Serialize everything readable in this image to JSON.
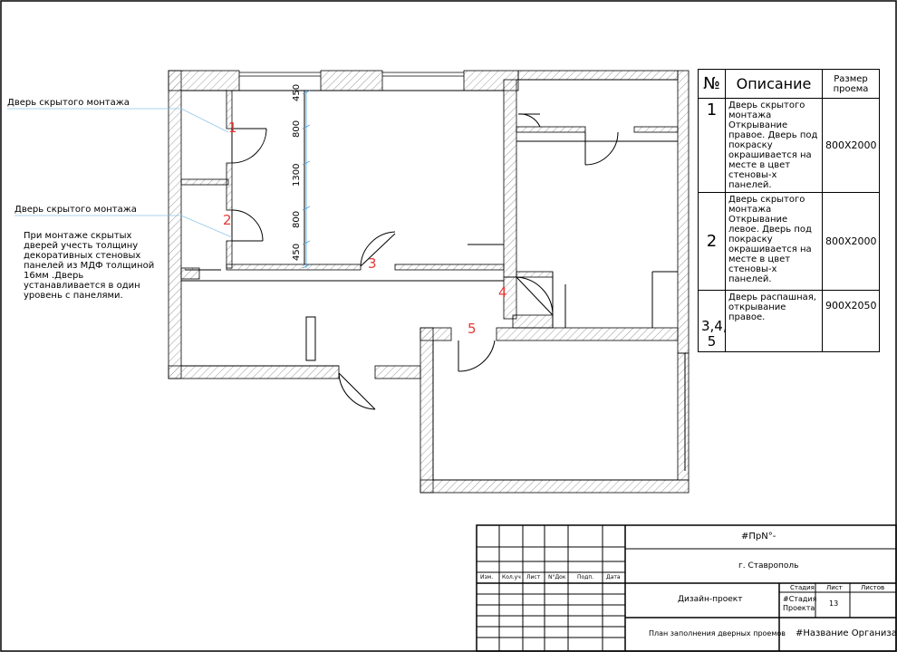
{
  "callouts": {
    "door1": "Дверь скрытого монтажа",
    "door2": "Дверь скрытого монтажа"
  },
  "note": "При монтаже скрытых дверей учесть толщину декоративных стеновых панелей из МДФ толщиной 16мм .Дверь устанавливается в один уровень с панелями.",
  "door_numbers": [
    "1",
    "2",
    "3",
    "4",
    "5"
  ],
  "dimensions": [
    "450",
    "800",
    "1300",
    "800",
    "450"
  ],
  "door_table": {
    "headers": {
      "num": "№",
      "description": "Описание",
      "size": "Размер проема"
    },
    "rows": [
      {
        "num": "1",
        "description": "Дверь скрытого монтажа Открывание правое. Дверь под покраску окрашивается на месте в цвет стеновы-х панелей.",
        "size": "800Х2000"
      },
      {
        "num": "2",
        "description": "Дверь скрытого монтажа Открывание левое. Дверь под покраску окрашивается на месте в цвет стеновы-х панелей.",
        "size": "800Х2000"
      },
      {
        "num": "3,4, 5",
        "description": "Дверь распашная, открывание правое.",
        "size": "900Х2050"
      }
    ]
  },
  "title_block": {
    "project_code": "#ПрN°-",
    "city": "г. Ставрополь",
    "col_headers": [
      "Изм.",
      "Кол.уч",
      "Лист",
      "N°Док",
      "Подп.",
      "Дата"
    ],
    "stage_label": "Стадия",
    "sheet_label": "Лист",
    "sheets_label": "Листов",
    "doc_type": "Дизайн-проект",
    "stage_value": "#Стадия Проекта",
    "sheet_value": "13",
    "drawing_title": "План заполнения дверных проемов",
    "organization": "#Название Организации"
  },
  "colors": {
    "line": "#000000",
    "door_number": "#e53935",
    "dimension": "#4fa3d9",
    "leader": "#8fc5e6",
    "hatch": "#9a9a9a"
  }
}
